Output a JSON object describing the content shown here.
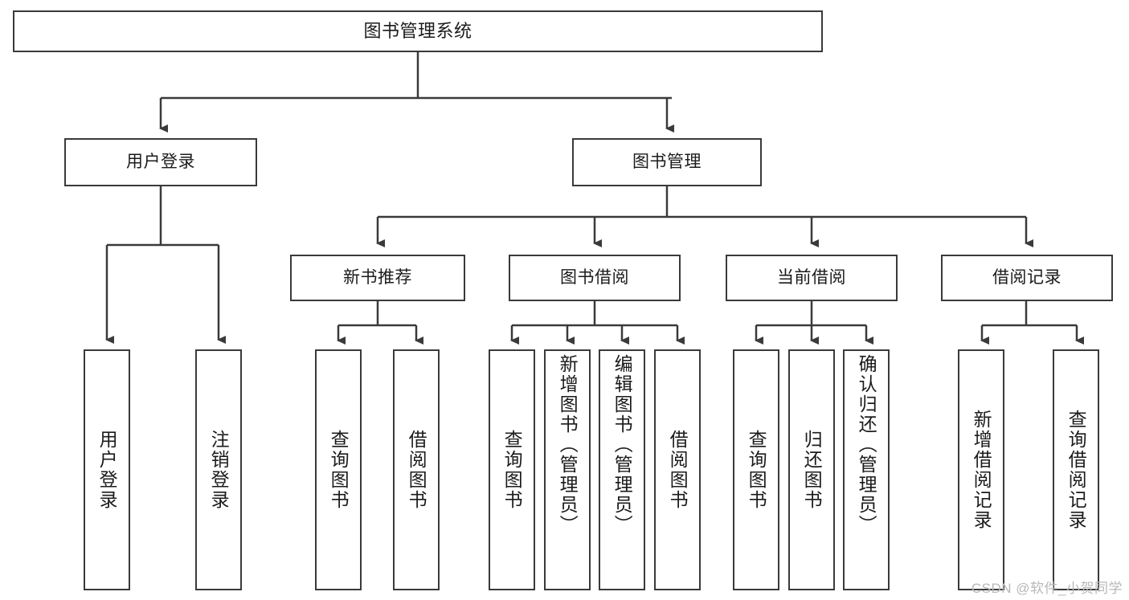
{
  "diagram": {
    "title_node": {
      "label": "图书管理系统"
    },
    "level1": [
      {
        "label": "用户登录"
      },
      {
        "label": "图书管理"
      }
    ],
    "level2": [
      {
        "label": "新书推荐"
      },
      {
        "label": "图书借阅"
      },
      {
        "label": "当前借阅"
      },
      {
        "label": "借阅记录"
      }
    ],
    "leaves": [
      {
        "label": "用户登录"
      },
      {
        "label": "注销登录"
      },
      {
        "label": "查询图书"
      },
      {
        "label": "借阅图书"
      },
      {
        "label": "查询图书"
      },
      {
        "label": "新增图书（管理员）"
      },
      {
        "label": "编辑图书（管理员）"
      },
      {
        "label": "借阅图书"
      },
      {
        "label": "查询图书"
      },
      {
        "label": "归还图书"
      },
      {
        "label": "确认归还（管理员）"
      },
      {
        "label": "新增借阅记录"
      },
      {
        "label": "查询借阅记录"
      }
    ],
    "watermark": "CSDN @软件_小贺同学",
    "colors": {
      "border": "#3a3a3a",
      "text": "#1b1b1b",
      "background": "#ffffff",
      "edge": "#3a3a3a",
      "watermark": "#b8b8b8"
    }
  }
}
